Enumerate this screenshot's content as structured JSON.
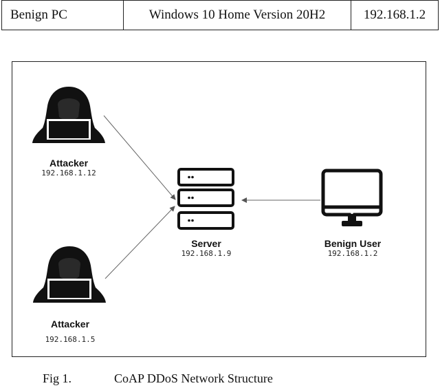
{
  "table_row": {
    "cells": [
      "Benign PC",
      "Windows 10 Home Version 20H2",
      "192.168.1.2"
    ]
  },
  "figure": {
    "nodes": {
      "attacker_top": {
        "name": "Attacker",
        "ip": "192.168.1.12"
      },
      "attacker_bottom": {
        "name": "Attacker",
        "ip": "192.168.1.5"
      },
      "server": {
        "name": "Server",
        "ip": "192.168.1.9"
      },
      "benign_user": {
        "name": "Benign User",
        "ip": "192.168.1.2"
      }
    },
    "icons": [
      "hacker-icon",
      "hacker-icon",
      "server-icon",
      "monitor-icon"
    ]
  },
  "caption": {
    "number": "Fig 1.",
    "text": "CoAP DDoS Network Structure"
  }
}
